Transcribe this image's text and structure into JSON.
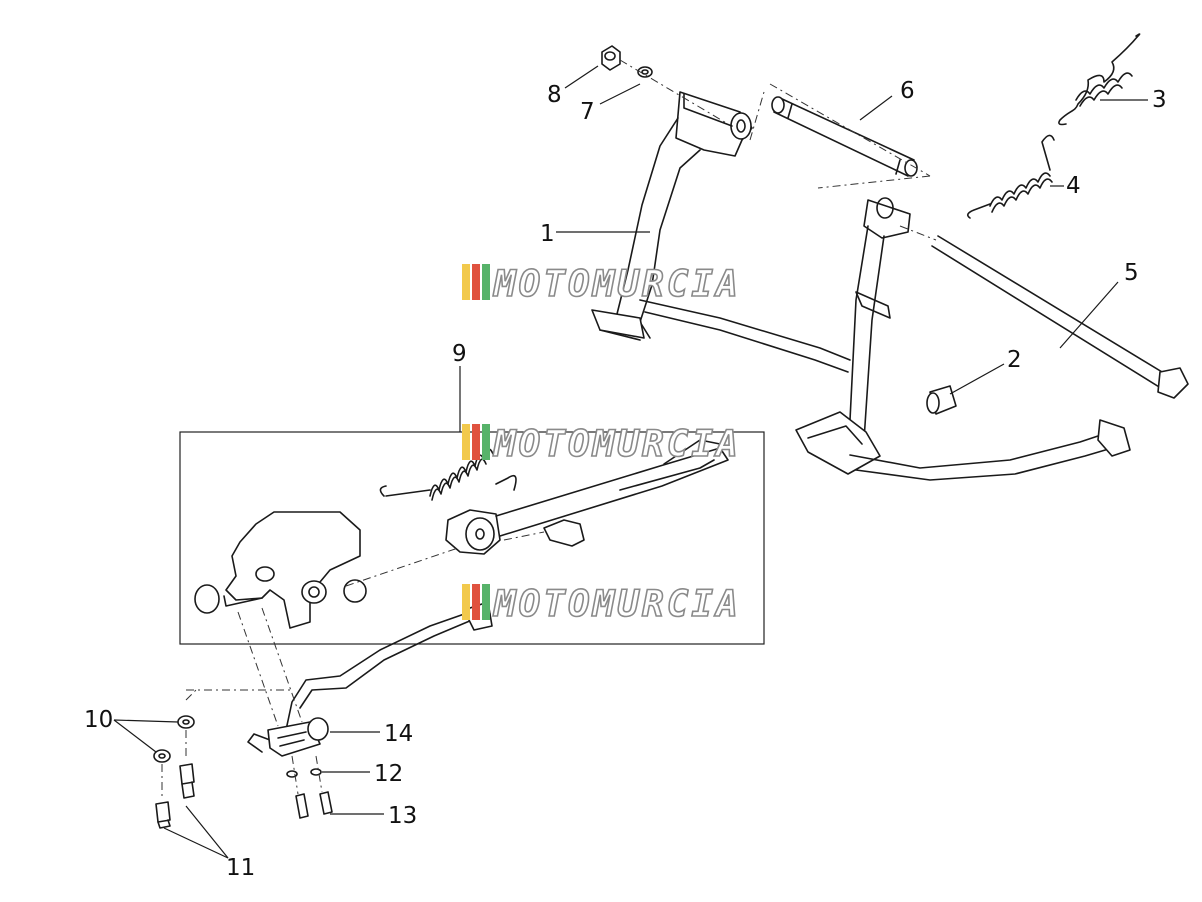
{
  "watermark": {
    "text": "MOTOMURCIA",
    "stripe_colors": [
      "#f2c94c",
      "#e0523f",
      "#57b36a"
    ]
  },
  "callouts": [
    {
      "id": "1",
      "label": "1"
    },
    {
      "id": "2",
      "label": "2"
    },
    {
      "id": "3",
      "label": "3"
    },
    {
      "id": "4",
      "label": "4"
    },
    {
      "id": "5",
      "label": "5"
    },
    {
      "id": "6",
      "label": "6"
    },
    {
      "id": "7",
      "label": "7"
    },
    {
      "id": "8",
      "label": "8"
    },
    {
      "id": "9",
      "label": "9"
    },
    {
      "id": "10",
      "label": "10"
    },
    {
      "id": "11",
      "label": "11"
    },
    {
      "id": "12",
      "label": "12"
    },
    {
      "id": "13",
      "label": "13"
    },
    {
      "id": "14",
      "label": "14"
    }
  ]
}
